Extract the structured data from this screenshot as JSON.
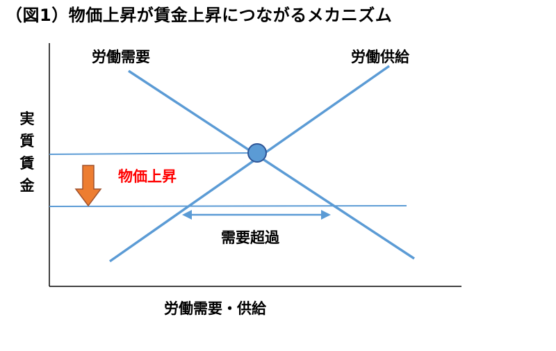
{
  "title": "（図1）物価上昇が賃金上昇につながるメカニズム",
  "labels": {
    "demand": "労働需要",
    "supply": "労働供給",
    "y_axis": "実質賃金",
    "x_axis": "労働需要・供給",
    "excess_demand": "需要超過",
    "price_rise": "物価上昇"
  },
  "colors": {
    "line": "#5b9bd5",
    "point_fill": "#5b9bd5",
    "point_stroke": "#2e5597",
    "arrow_fill": "#ed7d31",
    "arrow_stroke": "#a0522d",
    "price_text": "#ff0000",
    "axis": "#000000"
  }
}
